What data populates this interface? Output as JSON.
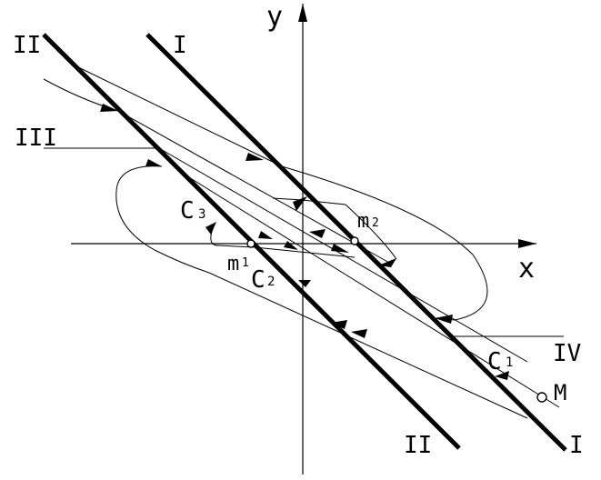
{
  "axes": {
    "x_label": "x",
    "y_label": "y"
  },
  "lines": {
    "line_I_top": "I",
    "line_I_bottom": "I",
    "line_II_top": "II",
    "line_II_bottom": "II",
    "line_III": "III",
    "line_IV": "IV"
  },
  "points": {
    "m1": "m",
    "m1_sub": "1",
    "m2": "m",
    "m2_sub": "2",
    "M": "M"
  },
  "curves": {
    "c1": "C",
    "c1_sub": "1",
    "c2": "C",
    "c2_sub": "2",
    "c3": "C",
    "c3_sub": "3"
  },
  "colors": {
    "ink": "#000000",
    "background": "#ffffff"
  }
}
